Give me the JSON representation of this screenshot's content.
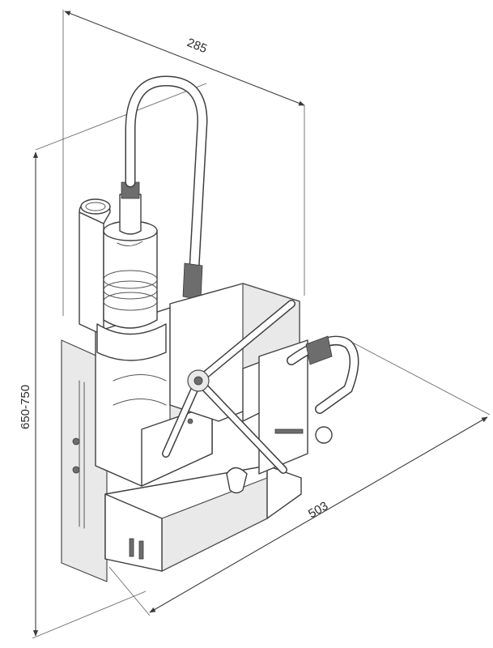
{
  "dimensions": {
    "depth_label": "285",
    "height_label": "650-750",
    "width_label": "503"
  }
}
